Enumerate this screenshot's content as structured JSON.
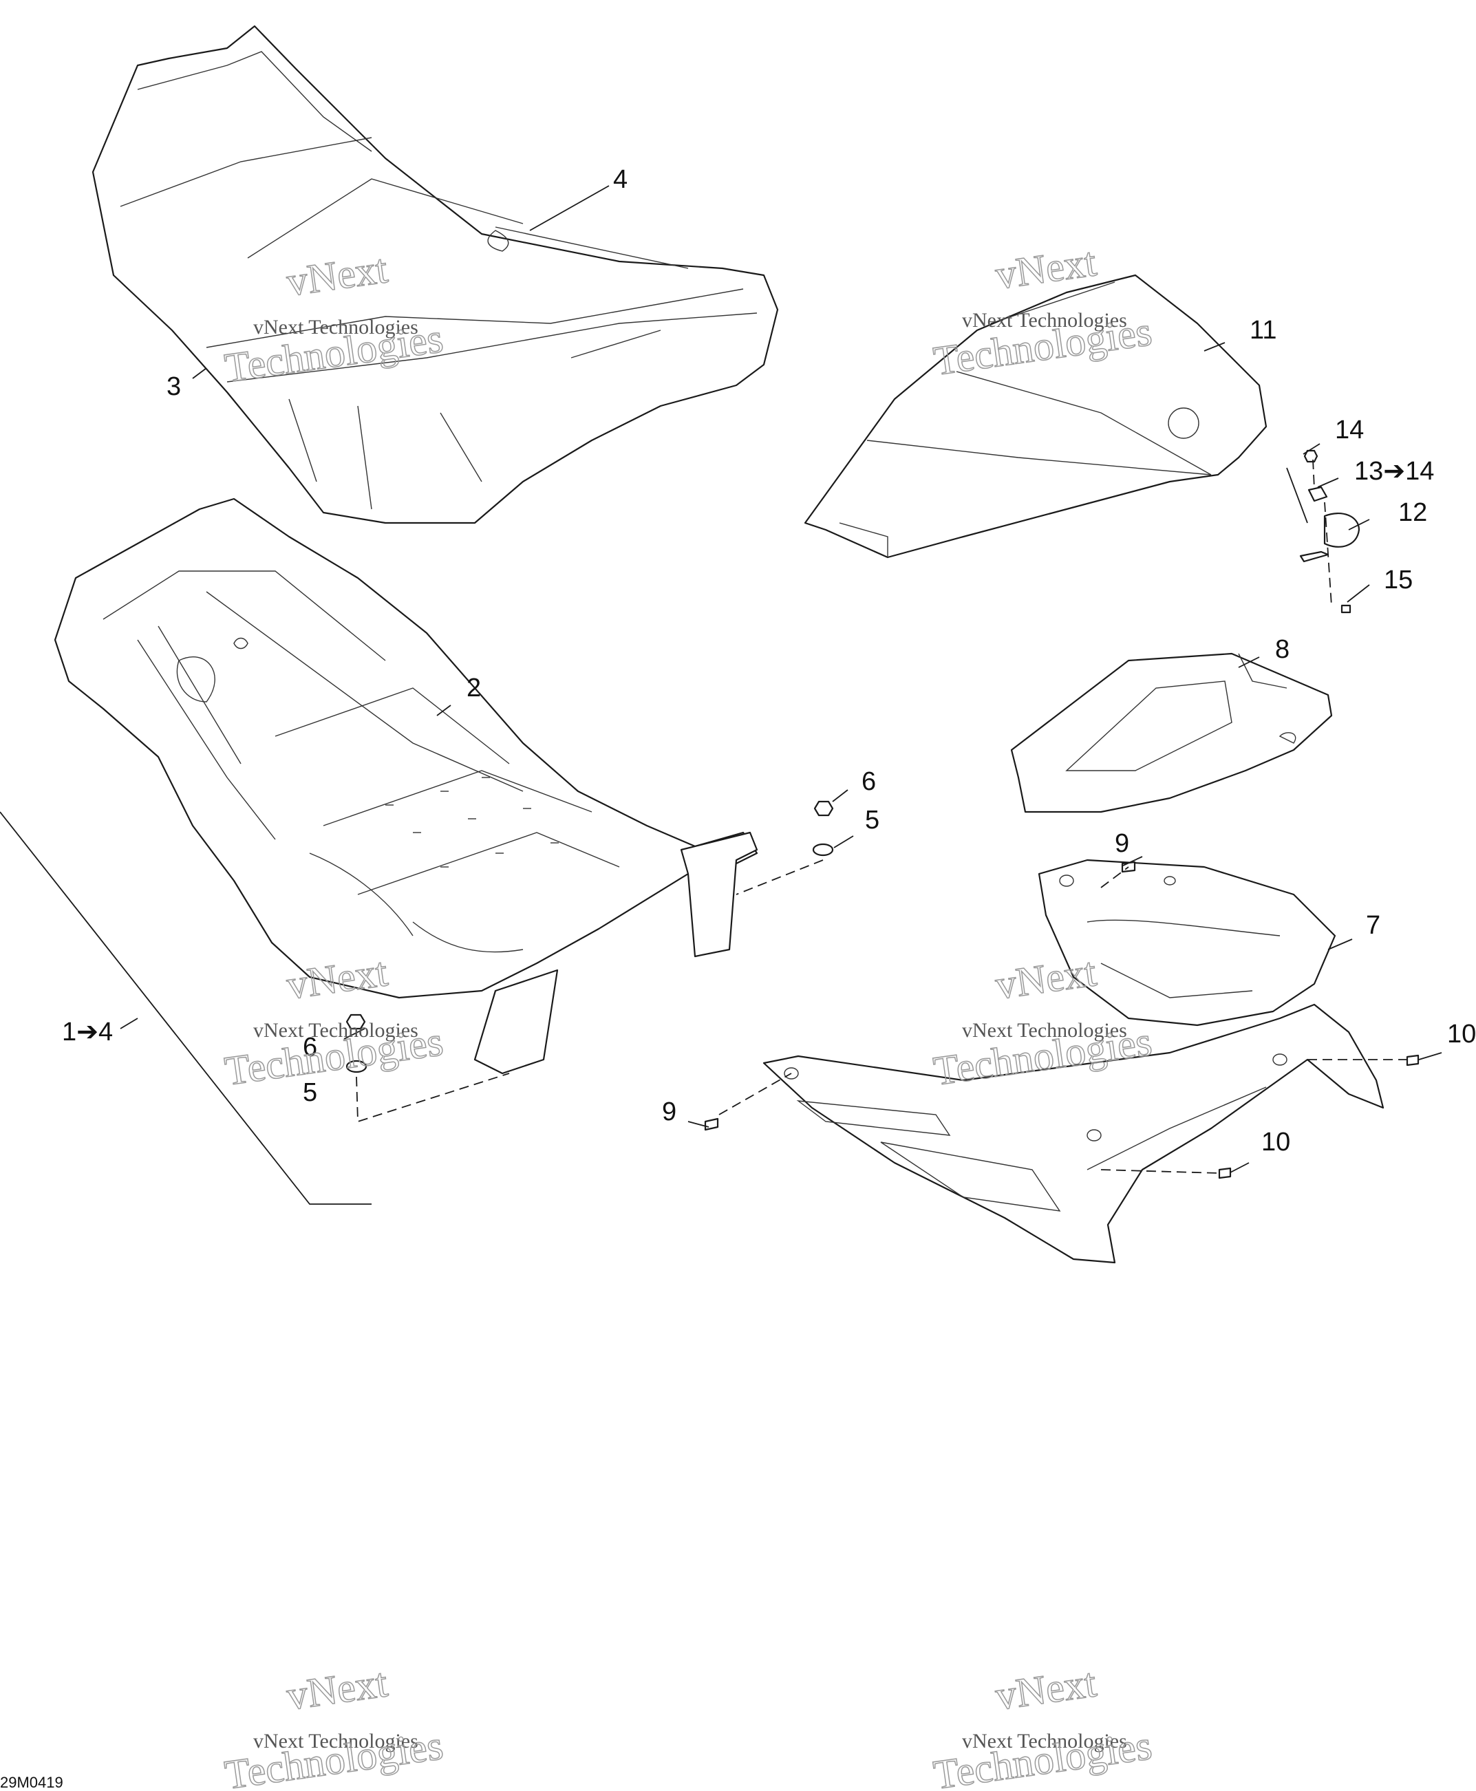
{
  "diagram": {
    "drawing_code": "29M0419",
    "watermark": {
      "line1": "vNext Technologies",
      "line2": "vNext",
      "line3": "Technologies"
    },
    "callouts": {
      "c1": "1➔4",
      "c2": "2",
      "c3": "3",
      "c4": "4",
      "c5a": "5",
      "c5b": "5",
      "c6a": "6",
      "c6b": "6",
      "c7": "7",
      "c8": "8",
      "c9a": "9",
      "c9b": "9",
      "c10a": "10",
      "c10b": "10",
      "c11": "11",
      "c12": "12",
      "c13": "13➔14",
      "c14": "14",
      "c15": "15"
    }
  }
}
